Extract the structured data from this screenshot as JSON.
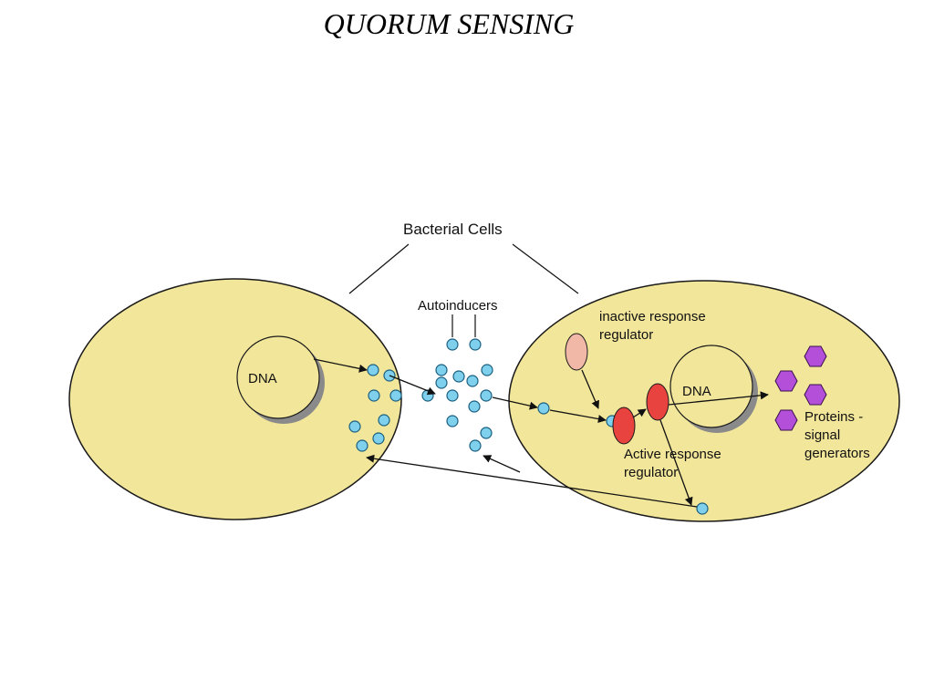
{
  "title": "QUORUM SENSING",
  "labels": {
    "bacterial_cells": "Bacterial Cells",
    "autoinducers": "Autoinducers",
    "dna_left": "DNA",
    "dna_right": "DNA",
    "inactive_line1": "inactive response",
    "inactive_line2": "regulator",
    "active_line1": "Active response",
    "active_line2": "regulator",
    "proteins_line1": "Proteins -",
    "proteins_line2": "signal",
    "proteins_line3": "generators"
  },
  "colors": {
    "cell_fill": "#F2E69A",
    "cell_stroke": "#1a1a1a",
    "nucleus_fill": "#F2E69A",
    "nucleus_shadow": "#8a8a8a",
    "autoinducer_fill": "#7FD0EC",
    "autoinducer_stroke": "#1a5f80",
    "inactive_fill": "#F1B8A8",
    "active_fill": "#E8433E",
    "protein_fill": "#B34FD8"
  }
}
